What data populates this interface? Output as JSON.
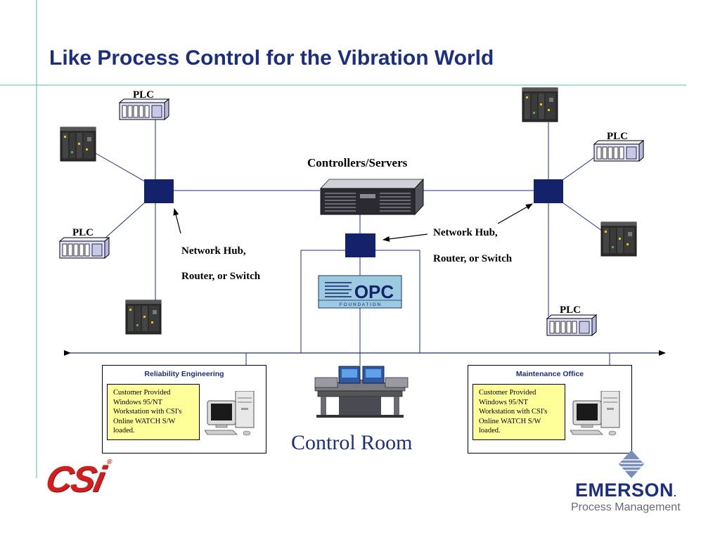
{
  "title": "Like Process Control for the Vibration World",
  "labels": {
    "plc": "PLC",
    "controllers": "Controllers/Servers",
    "hub_line1": "Network Hub,",
    "hub_line2": "Router, or Switch",
    "control_room": "Control Room"
  },
  "opc": {
    "logo_text": "OPC",
    "foundation": "F O U N D A T I O N"
  },
  "panels": [
    {
      "title": "Reliability Engineering",
      "note": [
        "Customer Provided",
        "Windows 95/NT",
        "Workstation with CSI's",
        "Online WATCH S/W",
        "loaded."
      ]
    },
    {
      "title": "Maintenance Office",
      "note": [
        "Customer Provided",
        "Windows 95/NT",
        "Workstation with CSI's",
        "Online WATCH S/W",
        "loaded."
      ]
    }
  ],
  "logos": {
    "csi": "CSi",
    "csi_mark": "®",
    "emerson": "EMERSON",
    "emerson_mark": ".",
    "emerson_sub": "Process Management"
  },
  "colors": {
    "accent": "#1c2f7e",
    "hub": "#13226b",
    "guide": "#5fb8b3",
    "note_bg": "#ffff99",
    "csi_red": "#d21e1e"
  }
}
